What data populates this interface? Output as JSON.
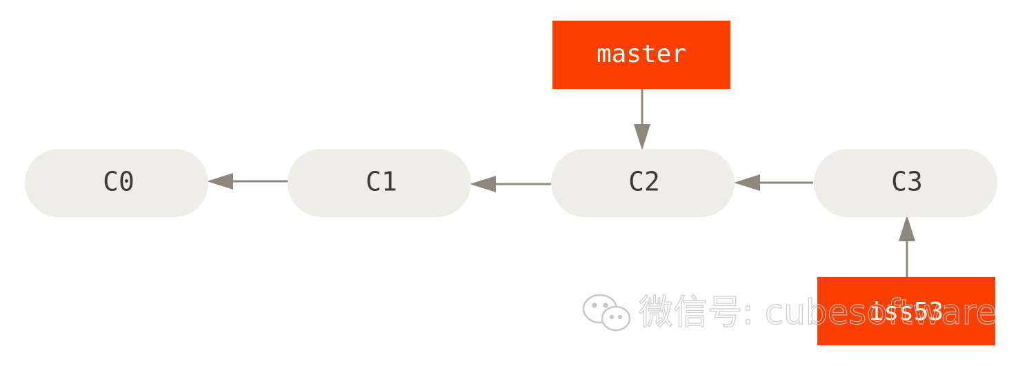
{
  "commits": [
    {
      "id": "c0",
      "label": "C0"
    },
    {
      "id": "c1",
      "label": "C1"
    },
    {
      "id": "c2",
      "label": "C2"
    },
    {
      "id": "c3",
      "label": "C3"
    }
  ],
  "branches": [
    {
      "id": "master",
      "label": "master",
      "points_to": "C2"
    },
    {
      "id": "iss53",
      "label": "iss53",
      "points_to": "C3"
    }
  ],
  "parent_links": [
    {
      "from": "C1",
      "to": "C0"
    },
    {
      "from": "C2",
      "to": "C1"
    },
    {
      "from": "C3",
      "to": "C2"
    }
  ],
  "watermark": {
    "text": "微信号: cubesoftware"
  },
  "colors": {
    "commit_fill": "#efeee6",
    "commit_text": "#3d3a34",
    "branch_fill": "#fb3f00",
    "branch_text": "#ffffff",
    "arrow": "#8f877b"
  }
}
